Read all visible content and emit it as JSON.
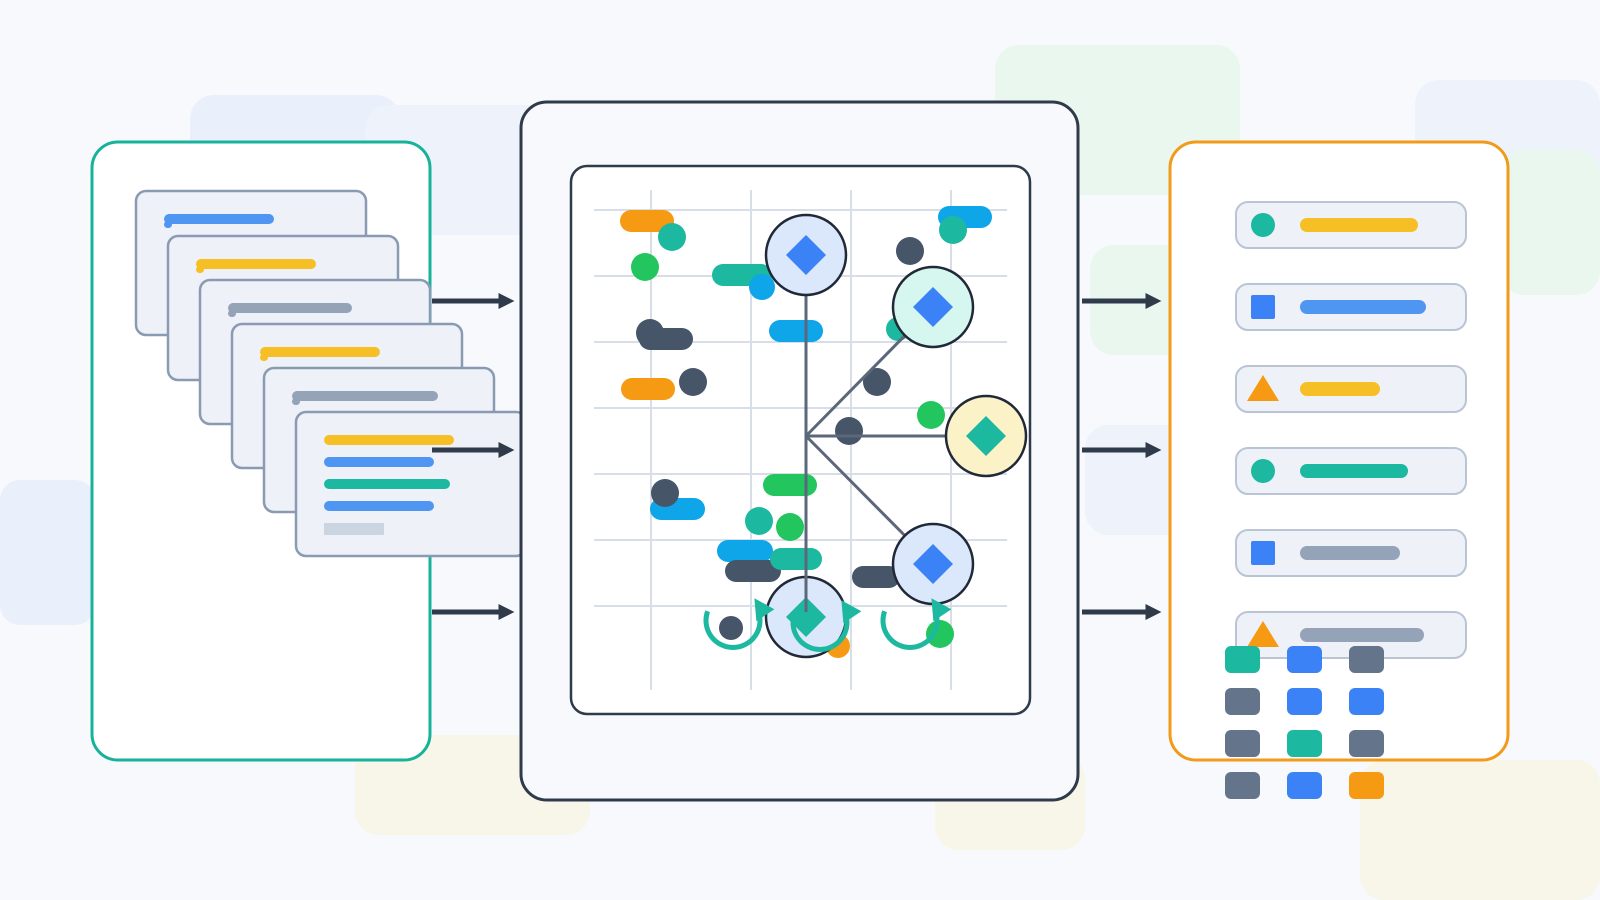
{
  "colors": {
    "background": "#f7f9fc",
    "ghost_blue": "#eaf0fb",
    "ghost_green": "#eaf7ef",
    "ghost_yellow": "#f8f6e8",
    "input_border": "#16b39a",
    "engine_border": "#2f3a4b",
    "output_border": "#f29a1a",
    "doc_fill": "#eef2f8",
    "doc_border": "#8a9ab2",
    "arrow": "#2f3a4b",
    "blue": "#4f95f2",
    "yellow": "#f6bf26",
    "gray": "#94a3b8",
    "teal": "#1db8a0",
    "green": "#22c55e",
    "orange": "#f59a12",
    "dark": "#475569",
    "sky": "#0ea5e9",
    "royal": "#3b82f6",
    "grid": "#d7dee8",
    "connector": "#5b677a",
    "node_blue": "#dbe7fb",
    "node_mint": "#d6f7ef",
    "node_yellow": "#fbf2c8",
    "slate": "#64748b"
  },
  "icons": [
    "document-stack-icon",
    "arrow-right-icon",
    "diamond-node-icon",
    "cycle-arrow-icon",
    "circle-icon",
    "square-icon",
    "triangle-icon"
  ],
  "input_panel": {
    "documents": [
      {
        "lines": [
          "blue"
        ]
      },
      {
        "lines": [
          "yellow"
        ]
      },
      {
        "lines": [
          "gray"
        ]
      },
      {
        "lines": [
          "yellow"
        ]
      },
      {
        "lines": [
          "gray"
        ]
      },
      {
        "lines": [
          "yellow",
          "blue",
          "teal",
          "blue",
          "light"
        ]
      }
    ]
  },
  "engine": {
    "scatter_bars": [
      {
        "color": "orange"
      },
      {
        "color": "sky"
      },
      {
        "color": "teal"
      },
      {
        "color": "dark"
      },
      {
        "color": "sky"
      },
      {
        "color": "orange"
      },
      {
        "color": "green"
      },
      {
        "color": "sky"
      },
      {
        "color": "sky"
      },
      {
        "color": "dark"
      },
      {
        "color": "dark"
      },
      {
        "color": "teal"
      }
    ],
    "nodes": [
      {
        "fill": "node_blue",
        "diamond": "royal"
      },
      {
        "fill": "node_mint",
        "diamond": "royal"
      },
      {
        "fill": "node_yellow",
        "diamond": "teal"
      },
      {
        "fill": "node_blue",
        "diamond": "royal"
      },
      {
        "fill": "node_blue",
        "diamond": "teal"
      }
    ],
    "cycle_icons": 3
  },
  "output_panel": {
    "rows": [
      {
        "shape": "circle",
        "shape_color": "teal",
        "bar_color": "yellow"
      },
      {
        "shape": "square",
        "shape_color": "royal",
        "bar_color": "blue"
      },
      {
        "shape": "triangle",
        "shape_color": "orange",
        "bar_color": "yellow"
      },
      {
        "shape": "circle",
        "shape_color": "teal",
        "bar_color": "teal"
      },
      {
        "shape": "square",
        "shape_color": "royal",
        "bar_color": "gray"
      },
      {
        "shape": "triangle",
        "shape_color": "orange",
        "bar_color": "gray"
      }
    ],
    "tiles": [
      [
        "teal",
        "royal",
        "slate"
      ],
      [
        "slate",
        "royal",
        "royal"
      ],
      [
        "slate",
        "teal",
        "slate"
      ],
      [
        "slate",
        "royal",
        "orange"
      ]
    ]
  }
}
